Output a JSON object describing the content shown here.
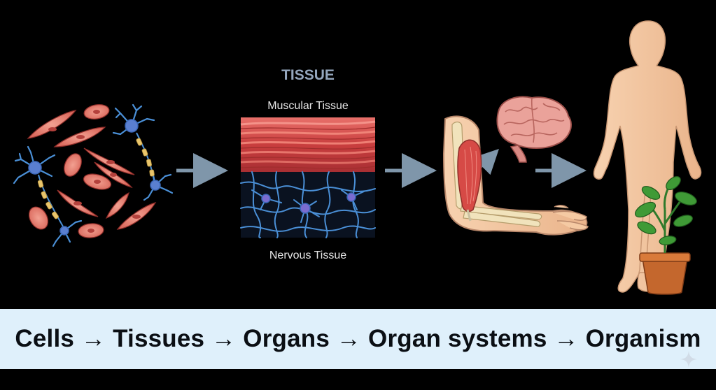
{
  "diagram": {
    "tissue_heading": "TISSUE",
    "muscular_label": "Muscular Tissue",
    "nervous_label": "Nervous Tissue",
    "hierarchy_text": "Cells → Tissues → Organs → Organ systems → Organism",
    "stages": [
      "cells",
      "tissues",
      "organs",
      "organism"
    ],
    "colors": {
      "background": "#000000",
      "banner": "#dff0fb",
      "arrow": "#7f96aa",
      "muscle": "#d94f4f",
      "neuron": "#4a8fd6",
      "skin": "#f3c9a3",
      "brain": "#e79a93",
      "plant": "#3f9a36",
      "pot": "#c4672d"
    }
  }
}
